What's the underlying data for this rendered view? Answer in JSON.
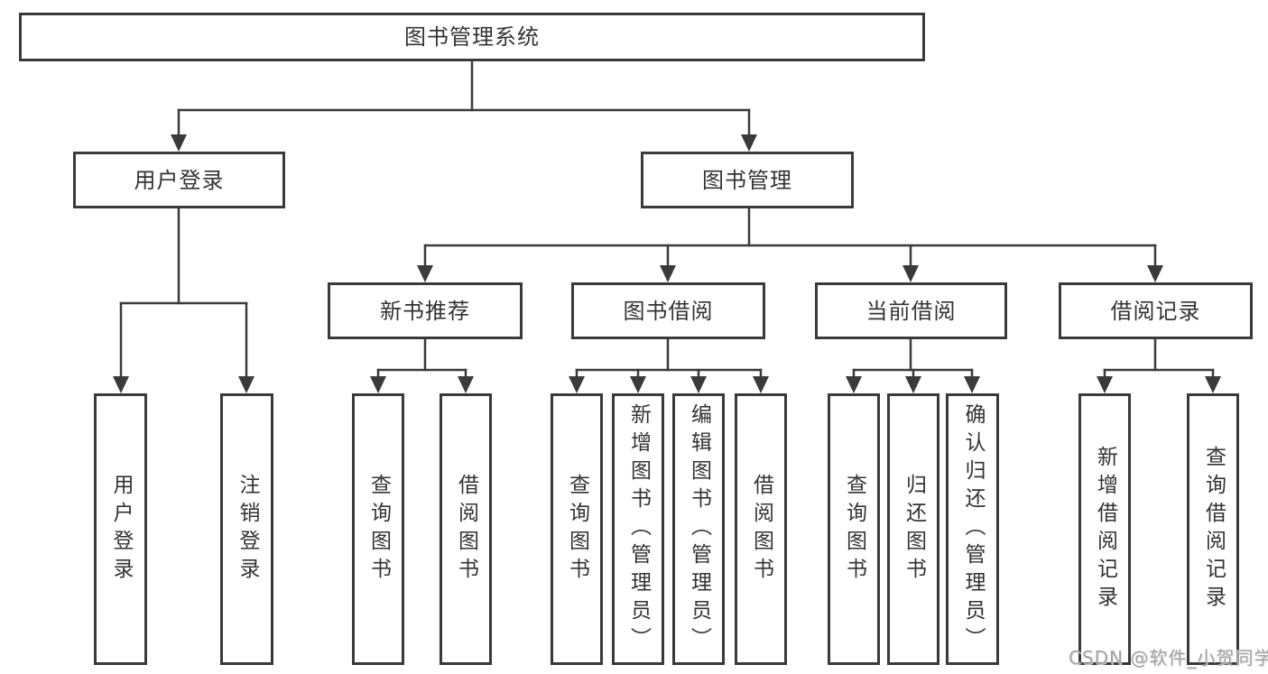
{
  "nodes": {
    "root": {
      "label": "图书管理系统"
    },
    "user_login": {
      "label": "用户登录"
    },
    "book_management": {
      "label": "图书管理"
    },
    "new_book_recommend": {
      "label": "新书推荐"
    },
    "book_borrow": {
      "label": "图书借阅"
    },
    "current_borrow": {
      "label": "当前借阅"
    },
    "borrow_records": {
      "label": "借阅记录"
    },
    "leaf_user_login": {
      "label": "用户登录"
    },
    "leaf_logout": {
      "label": "注销登录"
    },
    "leaf_query_book_1": {
      "label": "查询图书"
    },
    "leaf_borrow_book_1": {
      "label": "借阅图书"
    },
    "leaf_query_book_2": {
      "label": "查询图书"
    },
    "leaf_add_book": {
      "label": "新增图书（管理员）"
    },
    "leaf_edit_book": {
      "label": "编辑图书（管理员）"
    },
    "leaf_borrow_book_2": {
      "label": "借阅图书"
    },
    "leaf_query_book_3": {
      "label": "查询图书"
    },
    "leaf_return_book": {
      "label": "归还图书"
    },
    "leaf_confirm_return": {
      "label": "确认归还（管理员）"
    },
    "leaf_add_borrow_record": {
      "label": "新增借阅记录"
    },
    "leaf_query_borrow_record": {
      "label": "查询借阅记录"
    }
  },
  "structure": {
    "图书管理系统": {
      "用户登录": [
        "用户登录",
        "注销登录"
      ],
      "图书管理": {
        "新书推荐": [
          "查询图书",
          "借阅图书"
        ],
        "图书借阅": [
          "查询图书",
          "新增图书（管理员）",
          "编辑图书（管理员）",
          "借阅图书"
        ],
        "当前借阅": [
          "查询图书",
          "归还图书",
          "确认归还（管理员）"
        ],
        "借阅记录": [
          "新增借阅记录",
          "查询借阅记录"
        ]
      }
    }
  },
  "watermark": {
    "text": "CSDN @软件_小贺同学"
  },
  "colors": {
    "line": "#3a3a3a",
    "text": "#333333",
    "background": "#ffffff",
    "watermark": "#a3a3a3"
  }
}
